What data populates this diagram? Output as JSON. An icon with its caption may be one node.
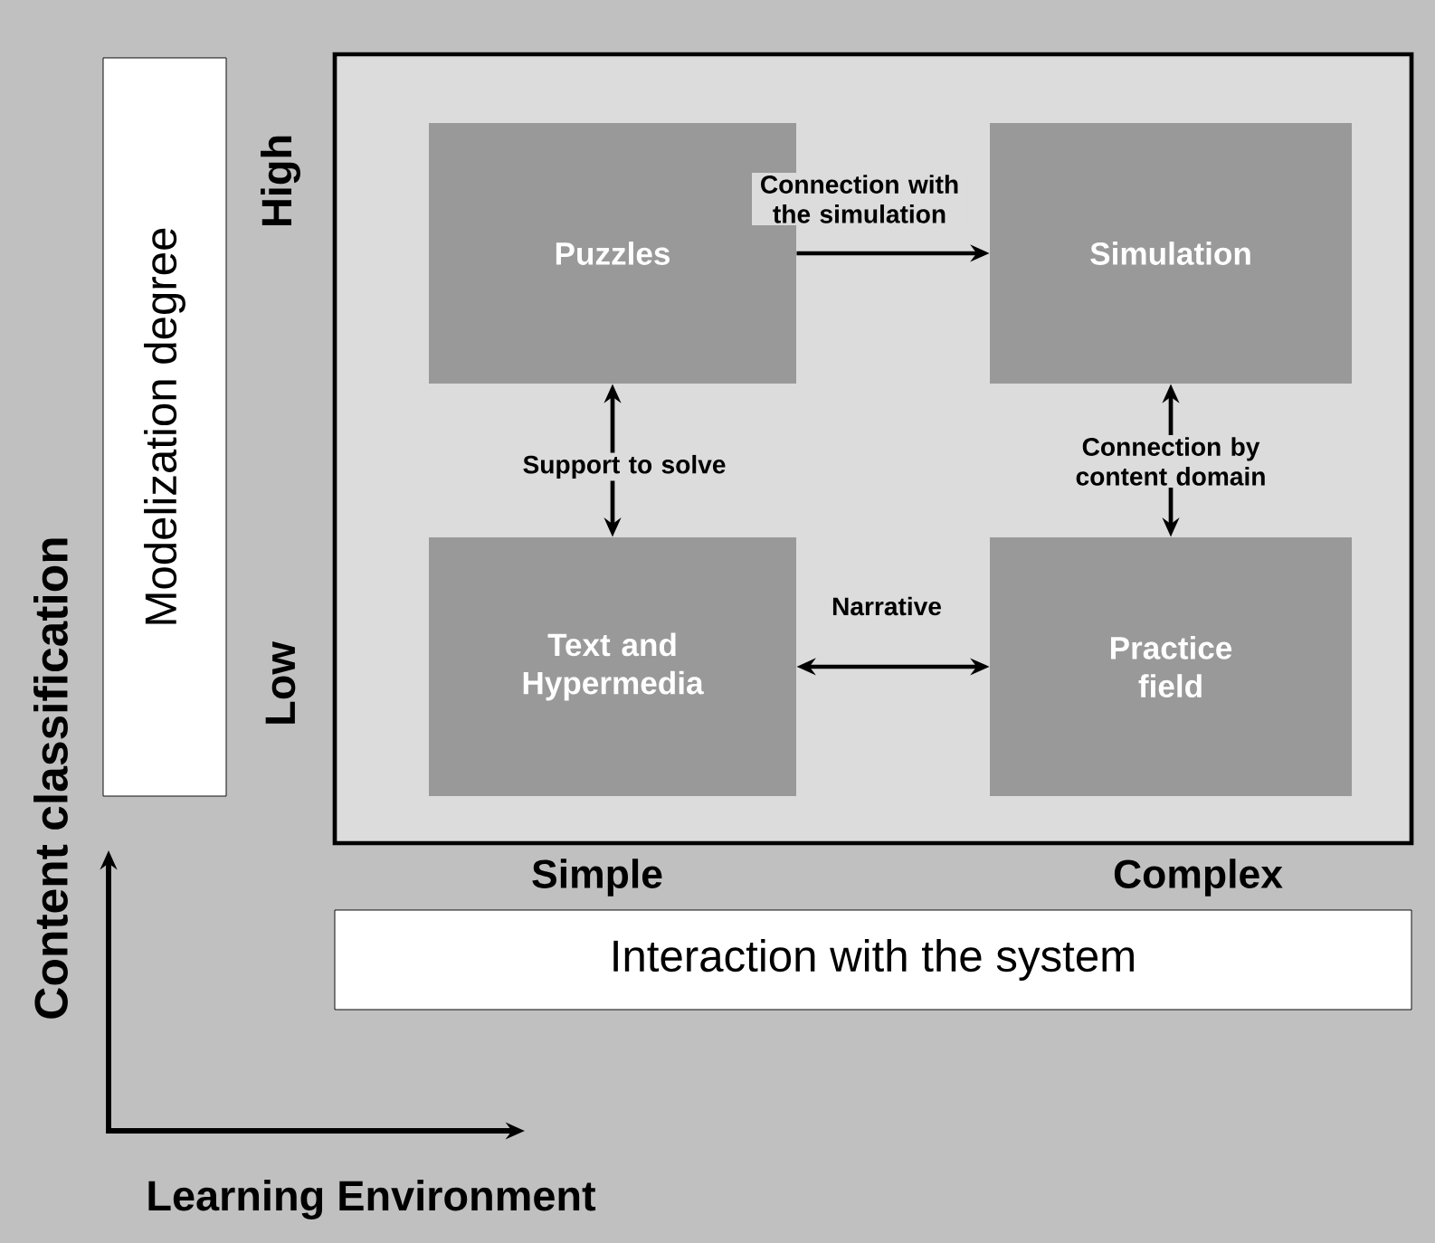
{
  "diagram": {
    "nodes": [
      {
        "text": [],
        "shape": "box"
      },
      {
        "text": [
          "Puzzles"
        ],
        "in": 0
      },
      {
        "text": [
          "Simulation"
        ],
        "in": 0
      },
      {
        "text": [
          "Text and Hypermedia"
        ],
        "in": 0
      },
      {
        "text": [
          "Practice field"
        ],
        "in": 0
      },
      {
        "text": [
          "Modelization degree"
        ]
      },
      {
        "text": [
          "Interaction with the system"
        ]
      }
    ],
    "edges": [
      {
        "from": 1,
        "to": 2,
        "arrow": "to",
        "label": "Connection with the simulation"
      },
      {
        "from": 1,
        "to": 3,
        "arrow": "both",
        "label": "Support to solve"
      },
      {
        "from": 2,
        "to": 4,
        "arrow": "both",
        "label": "Connection by content domain"
      },
      {
        "from": 3,
        "to": 4,
        "arrow": "both",
        "label": "Narrative"
      }
    ],
    "labels": [
      "High",
      "Low",
      "Simple",
      "Complex",
      "Content classification",
      "Learning Environment"
    ]
  }
}
